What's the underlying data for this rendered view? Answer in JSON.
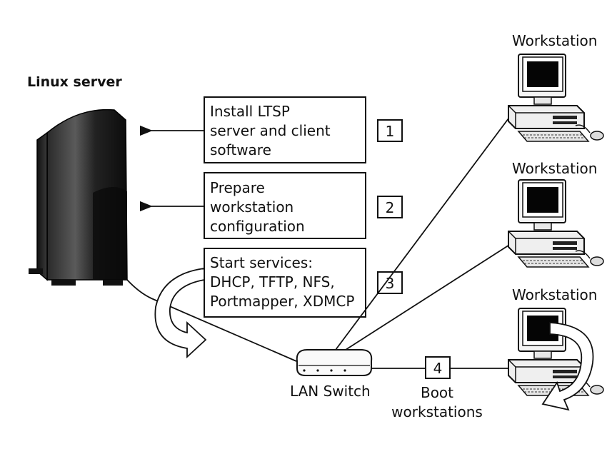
{
  "server": {
    "label": "Linux server"
  },
  "steps": [
    {
      "number": "1",
      "lines": [
        "Install LTSP",
        "server and client",
        "software"
      ]
    },
    {
      "number": "2",
      "lines": [
        "Prepare",
        "workstation",
        "configuration"
      ]
    },
    {
      "number": "3",
      "lines": [
        "Start services:",
        "DHCP, TFTP, NFS,",
        "Portmapper, XDMCP"
      ]
    },
    {
      "number": "4",
      "lines": [
        "Boot",
        "workstations"
      ]
    }
  ],
  "switch": {
    "label": "LAN Switch"
  },
  "workstations": [
    {
      "label": "Workstation"
    },
    {
      "label": "Workstation"
    },
    {
      "label": "Workstation"
    }
  ]
}
